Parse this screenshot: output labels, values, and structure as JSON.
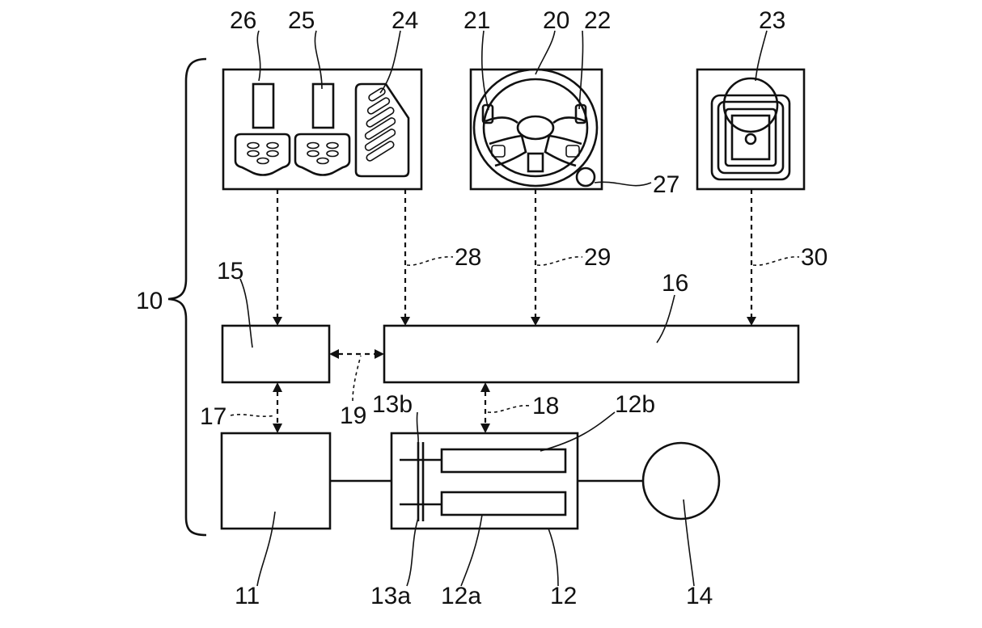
{
  "labels": {
    "system": "10",
    "engine": "11",
    "transmission": "12",
    "second_shaft": "12a",
    "first_shaft": "12b",
    "second_clutch": "13a",
    "first_clutch": "13b",
    "wheel": "14",
    "engine_controller": "15",
    "vehicle_controller": "16",
    "signal_17": "17",
    "signal_18": "18",
    "signal_19": "19",
    "steering_wheel": "20",
    "left_paddle": "21",
    "right_paddle": "22",
    "shift_lever": "23",
    "accelerator_pedal": "24",
    "brake_pedal": "25",
    "clutch_pedal": "26",
    "steering_switch": "27",
    "signal_28": "28",
    "signal_29": "29",
    "signal_30": "30"
  }
}
